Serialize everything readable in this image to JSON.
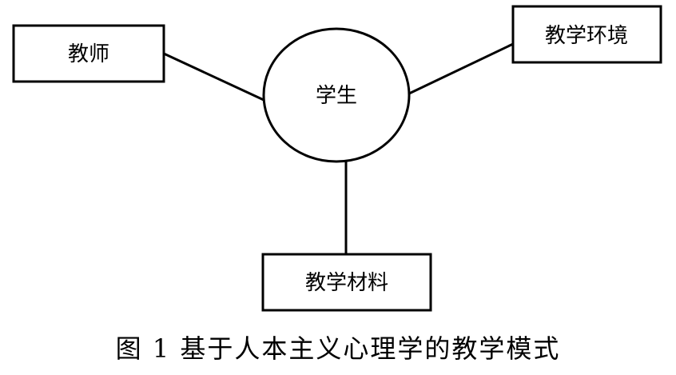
{
  "diagram": {
    "center": "学生",
    "teacher": "教师",
    "environment": "教学环境",
    "materials": "教学材料"
  },
  "caption": "图 1  基于人本主义心理学的教学模式"
}
